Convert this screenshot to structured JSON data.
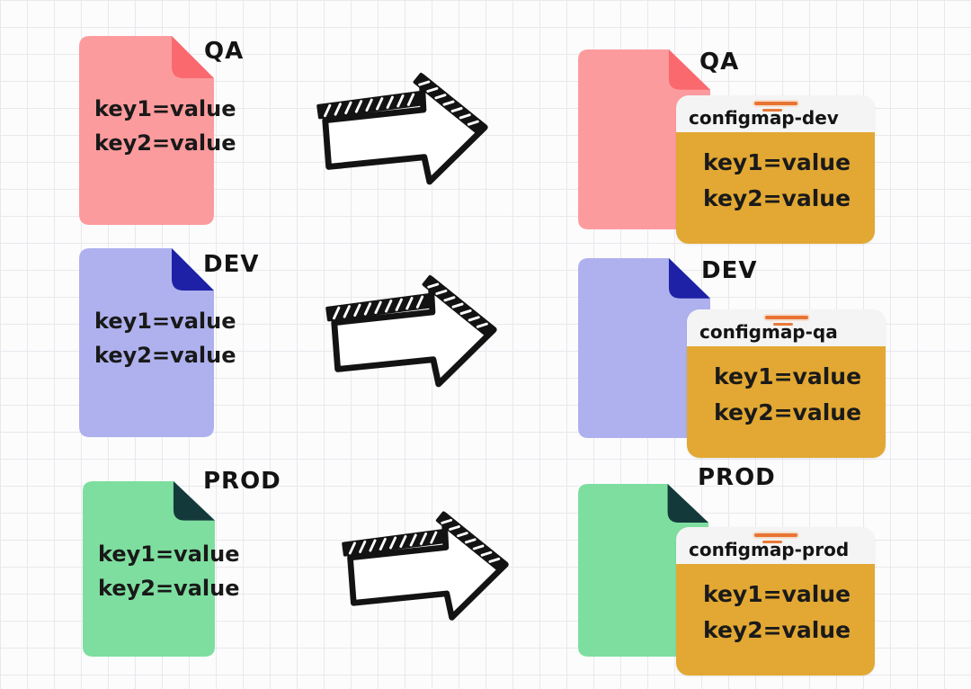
{
  "palette": {
    "background": "#fcfcfd",
    "grid_line": "#e9e9ed",
    "ink": "#141414",
    "arrow_ink": "#131313",
    "card_header": "#f4f4f5",
    "card_body_gold": "#e2a833",
    "accent_orange": "#e87332"
  },
  "icons": {
    "transform_arrow": "hand-drawn-right-arrow-icon",
    "card_decor": "orange-lines-icon"
  },
  "rows": [
    {
      "source_file": {
        "label": "QA",
        "color": "#fc9b9d",
        "fold_color": "#f9696e",
        "lines": [
          "key1=value",
          "key2=value"
        ]
      },
      "target_file": {
        "label": "QA",
        "color": "#fc9b9d",
        "fold_color": "#f9696e"
      },
      "configmap": {
        "name": "configmap-dev",
        "lines": [
          "key1=value",
          "key2=value"
        ]
      }
    },
    {
      "source_file": {
        "label": "DEV",
        "color": "#aeb1ed",
        "fold_color": "#1e21a5",
        "lines": [
          "key1=value",
          "key2=value"
        ]
      },
      "target_file": {
        "label": "DEV",
        "color": "#aeb1ed",
        "fold_color": "#1e21a5"
      },
      "configmap": {
        "name": "configmap-qa",
        "lines": [
          "key1=value",
          "key2=value"
        ]
      }
    },
    {
      "source_file": {
        "label": "PROD",
        "color": "#7ede9f",
        "fold_color": "#14393b",
        "lines": [
          "key1=value",
          "key2=value"
        ]
      },
      "target_file": {
        "label": "PROD",
        "color": "#7ede9f",
        "fold_color": "#14393b"
      },
      "configmap": {
        "name": "configmap-prod",
        "lines": [
          "key1=value",
          "key2=value"
        ]
      }
    }
  ]
}
